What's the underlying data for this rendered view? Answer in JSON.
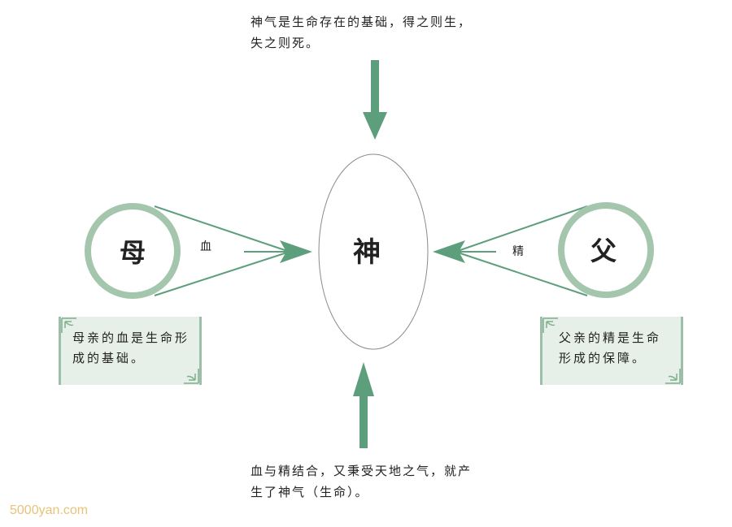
{
  "top_caption": [
    "神气是生命存在的基础，得之则生，",
    "失之则死。"
  ],
  "bottom_caption": [
    "血与精结合，又秉受天地之气，就产",
    "生了神气（生命）。"
  ],
  "center_label": "神",
  "mother": {
    "label": "母",
    "flow_label": "血",
    "note": [
      "母亲的血是生命形",
      "成的基础。"
    ]
  },
  "father": {
    "label": "父",
    "flow_label": "精",
    "note": [
      "父亲的精是生命",
      "形成的保障。"
    ]
  },
  "watermark": "5000yan.com",
  "colors": {
    "arrow": "#5d9e7c",
    "ring": "#a3c6ad",
    "line": "#5d9e7c",
    "note_bg": "#e6efe8",
    "watermark": "#e8c27a"
  }
}
